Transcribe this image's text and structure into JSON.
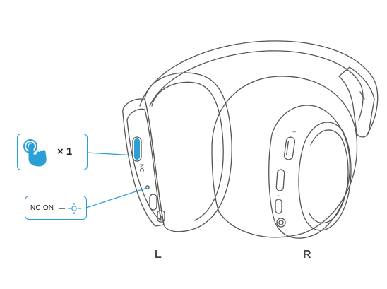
{
  "callout_tap": {
    "gesture_icon": "finger-tap-icon",
    "count_label": "× 1"
  },
  "callout_indicator": {
    "mode_label": "NC ON",
    "indicator_icon": "led-blink-icon"
  },
  "headphone": {
    "button_label": "NC",
    "left_label": "L",
    "right_label": "R",
    "volume_plus": "+",
    "volume_minus": "−"
  },
  "colors": {
    "accent": "#2a9fd6",
    "line": "#555555",
    "text": "#222222"
  }
}
